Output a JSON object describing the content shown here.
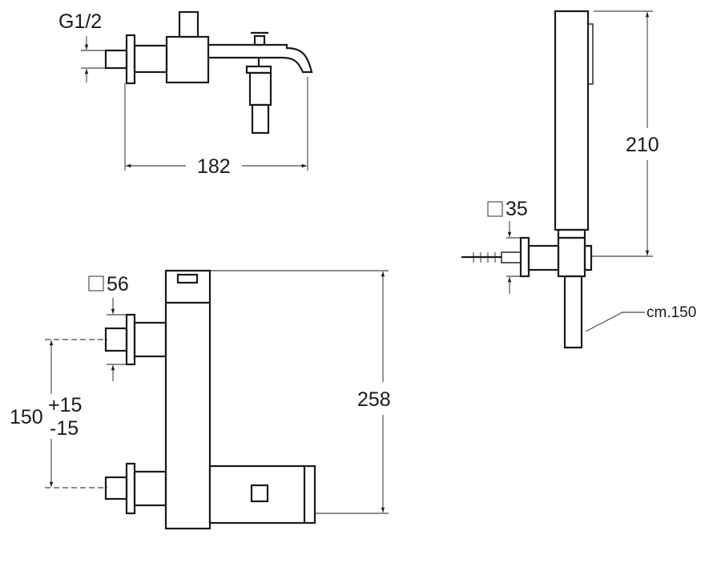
{
  "views": {
    "side": {
      "thread_label": "G1/2",
      "width_label": "182"
    },
    "front": {
      "square_label": "56",
      "height_label": "258",
      "spacing_base": "150",
      "spacing_plus": "+15",
      "spacing_minus": "-15"
    },
    "handshower": {
      "square_label": "35",
      "length_label": "210",
      "hose_label": "cm.150"
    }
  }
}
